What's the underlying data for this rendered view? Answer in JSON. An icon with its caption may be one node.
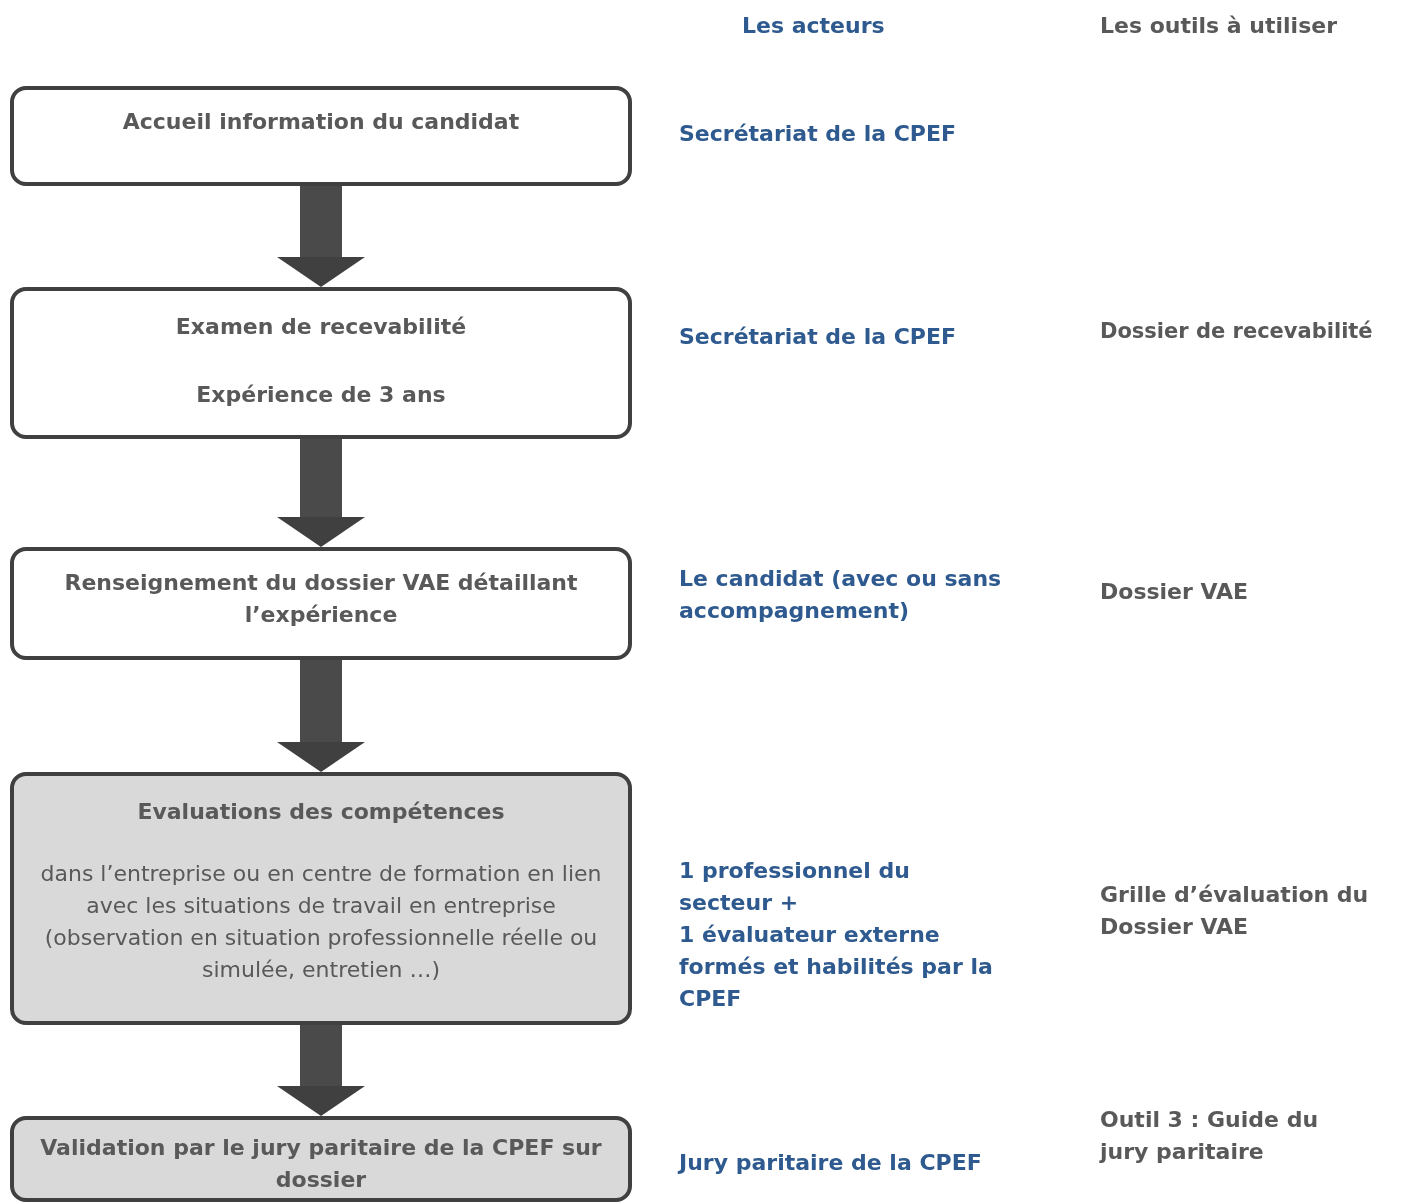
{
  "diagram": {
    "nodes": [
      {
        "text": [
          "Accueil information du candidat"
        ]
      },
      {
        "text": [
          "Examen de recevabilité",
          "Expérience de 3 ans"
        ]
      },
      {
        "text": [
          "Renseignement du dossier VAE détaillant l’expérience"
        ]
      },
      {
        "text": [
          "Evaluations des compétences",
          "dans l’entreprise ou en centre de formation en lien avec les situations de travail en entreprise (observation en situation professionnelle réelle ou simulée, entretien …)"
        ]
      },
      {
        "text": [
          "Validation par le jury paritaire de la CPEF sur dossier"
        ]
      }
    ],
    "edges": [
      {
        "from": 0,
        "to": 1,
        "arrow": "to"
      },
      {
        "from": 1,
        "to": 2,
        "arrow": "to"
      },
      {
        "from": 2,
        "to": 3,
        "arrow": "to"
      },
      {
        "from": 3,
        "to": 4,
        "arrow": "to"
      }
    ],
    "labels": [
      "Les acteurs",
      "Les outils à utiliser",
      "Secrétariat de la CPEF",
      "Secrétariat de la CPEF",
      "Dossier de recevabilité",
      "Le candidat (avec ou sans accompagnement)",
      "Dossier VAE",
      "1 professionnel du secteur +",
      "1 évaluateur externe formés et habilités par la CPEF",
      "Grille d’évaluation du Dossier VAE",
      "Jury paritaire de la CPEF",
      "Outil 3 : Guide du jury paritaire"
    ]
  }
}
